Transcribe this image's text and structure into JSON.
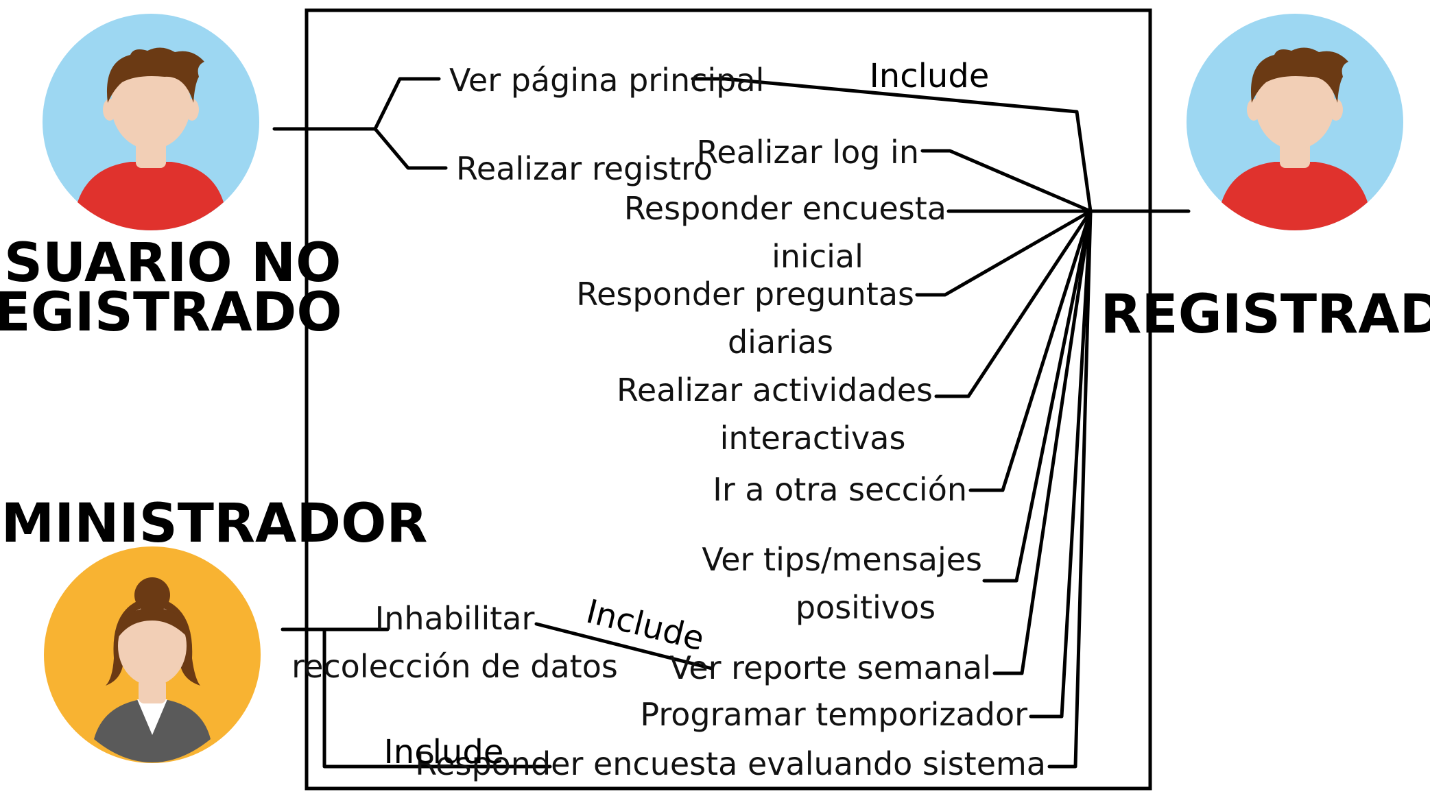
{
  "actors": {
    "unregistered": {
      "title_lines": [
        "USUARIO NO",
        "REGISTRADO"
      ],
      "circle_color": "#9dd7f2",
      "shirt_color": "#e0322d"
    },
    "registered": {
      "title": "REGISTRADO",
      "circle_color": "#9dd7f2",
      "shirt_color": "#e0322d"
    },
    "admin": {
      "title": "ADMINISTRADOR",
      "circle_color": "#f8b332",
      "jacket_color": "#5a5a5a"
    }
  },
  "colors": {
    "hair": "#6b3a14",
    "skin": "#f2cfb6",
    "line": "#000000"
  },
  "use_cases": {
    "ver_pagina_principal": [
      "Ver página principal"
    ],
    "realizar_registro": [
      "Realizar registro"
    ],
    "realizar_login": [
      "Realizar log in"
    ],
    "responder_encuesta_inicial": [
      "Responder encuesta",
      "inicial"
    ],
    "responder_preguntas_diarias": [
      "Responder preguntas",
      "diarias"
    ],
    "realizar_actividades": [
      "Realizar actividades",
      "interactivas"
    ],
    "ir_otra_seccion": [
      "Ir a otra sección"
    ],
    "ver_tips": [
      "Ver tips/mensajes",
      "positivos"
    ],
    "ver_reporte": [
      "Ver reporte semanal"
    ],
    "programar_temporizador": [
      "Programar temporizador"
    ],
    "responder_encuesta_evaluando": [
      "Responder encuesta evaluando sistema"
    ],
    "inhabilitar_recoleccion": [
      "Inhabilitar",
      "recolección de datos"
    ]
  },
  "include_labels": {
    "top": "Include",
    "middle": "Include",
    "bottom": "Include"
  }
}
